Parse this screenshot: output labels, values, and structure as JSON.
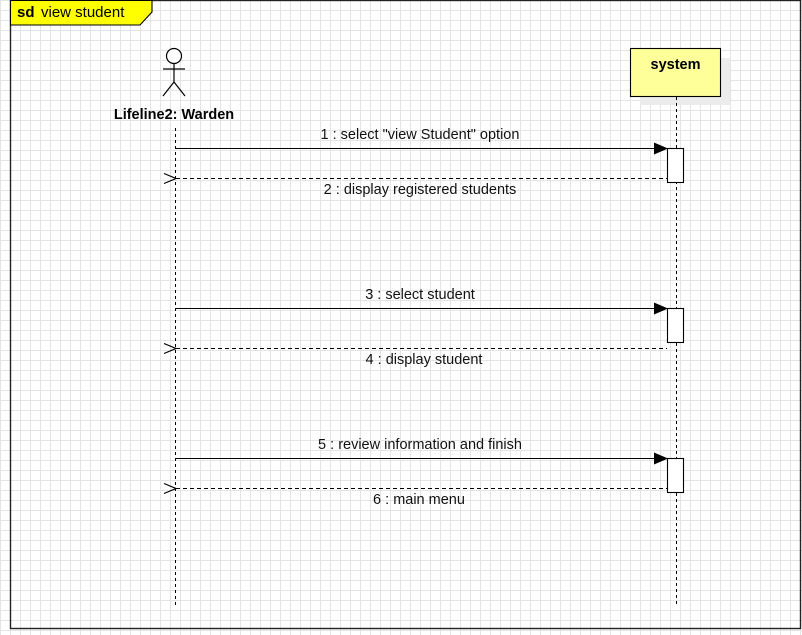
{
  "frame": {
    "keyword": "sd",
    "title": "view student",
    "tab_color": "#ffff00"
  },
  "lifelines": [
    {
      "id": "warden",
      "kind": "actor",
      "label": "Lifeline2: Warden"
    },
    {
      "id": "system",
      "kind": "box",
      "label": "system",
      "fill": "#ffff99"
    }
  ],
  "messages": [
    {
      "number": 1,
      "kind": "call",
      "text": "1 : select \"view Student\" option"
    },
    {
      "number": 2,
      "kind": "return",
      "text": "2 : display registered students"
    },
    {
      "number": 3,
      "kind": "call",
      "text": "3 : select student"
    },
    {
      "number": 4,
      "kind": "return",
      "text": "4 : display student"
    },
    {
      "number": 5,
      "kind": "call",
      "text": "5 : review information and finish"
    },
    {
      "number": 6,
      "kind": "return",
      "text": "6 : main menu"
    }
  ]
}
